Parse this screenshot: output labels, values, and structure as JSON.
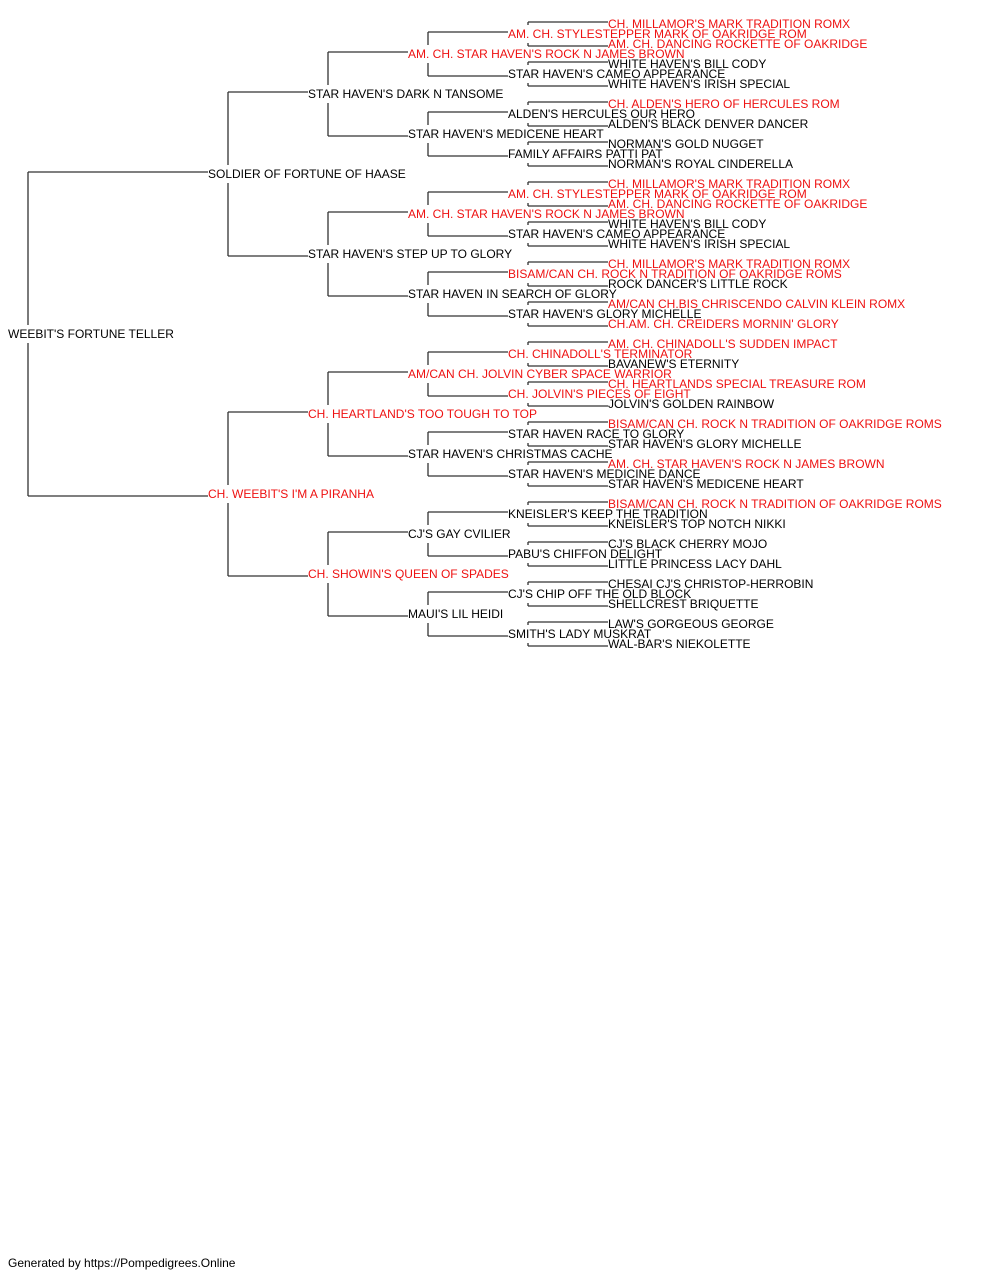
{
  "colors": {
    "champion": "#ee1111",
    "normal": "#000000",
    "line": "#333333"
  },
  "pedigree": {
    "name": "WEEBIT'S FORTUNE TELLER",
    "champion": false,
    "sire": {
      "name": "SOLDIER OF FORTUNE OF HAASE",
      "champion": false,
      "sire": {
        "name": "STAR HAVEN'S DARK N TANSOME",
        "champion": false,
        "sire": {
          "name": "AM. CH. STAR HAVEN'S ROCK N JAMES BROWN",
          "champion": true,
          "sire": {
            "name": "AM. CH. STYLESTEPPER MARK OF OAKRIDGE ROM",
            "champion": true,
            "sire": {
              "name": "CH. MILLAMOR'S MARK TRADITION ROMX",
              "champion": true
            },
            "dam": {
              "name": "AM. CH. DANCING ROCKETTE OF OAKRIDGE",
              "champion": true
            }
          },
          "dam": {
            "name": "STAR HAVEN'S CAMEO APPEARANCE",
            "champion": false,
            "sire": {
              "name": "WHITE HAVEN'S BILL CODY",
              "champion": false
            },
            "dam": {
              "name": "WHITE HAVEN'S IRISH SPECIAL",
              "champion": false
            }
          }
        },
        "dam": {
          "name": "STAR HAVEN'S MEDICENE HEART",
          "champion": false,
          "sire": {
            "name": "ALDEN'S HERCULES OUR HERO",
            "champion": false,
            "sire": {
              "name": "CH. ALDEN'S HERO OF HERCULES ROM",
              "champion": true
            },
            "dam": {
              "name": "ALDEN'S BLACK DENVER DANCER",
              "champion": false
            }
          },
          "dam": {
            "name": "FAMILY AFFAIRS PATTI PAT",
            "champion": false,
            "sire": {
              "name": "NORMAN'S GOLD NUGGET",
              "champion": false
            },
            "dam": {
              "name": "NORMAN'S ROYAL CINDERELLA",
              "champion": false
            }
          }
        }
      },
      "dam": {
        "name": "STAR HAVEN'S STEP UP TO GLORY",
        "champion": false,
        "sire": {
          "name": "AM. CH. STAR HAVEN'S ROCK N JAMES BROWN",
          "champion": true,
          "sire": {
            "name": "AM. CH. STYLESTEPPER MARK OF OAKRIDGE ROM",
            "champion": true,
            "sire": {
              "name": "CH. MILLAMOR'S MARK TRADITION ROMX",
              "champion": true
            },
            "dam": {
              "name": "AM. CH. DANCING ROCKETTE OF OAKRIDGE",
              "champion": true
            }
          },
          "dam": {
            "name": "STAR HAVEN'S CAMEO APPEARANCE",
            "champion": false,
            "sire": {
              "name": "WHITE HAVEN'S BILL CODY",
              "champion": false
            },
            "dam": {
              "name": "WHITE HAVEN'S IRISH SPECIAL",
              "champion": false
            }
          }
        },
        "dam": {
          "name": "STAR HAVEN IN SEARCH OF GLORY",
          "champion": false,
          "sire": {
            "name": "BISAM/CAN CH. ROCK N TRADITION OF OAKRIDGE ROMS",
            "champion": true,
            "sire": {
              "name": "CH. MILLAMOR'S MARK TRADITION ROMX",
              "champion": true
            },
            "dam": {
              "name": "ROCK DANCER'S LITTLE ROCK",
              "champion": false
            }
          },
          "dam": {
            "name": "STAR HAVEN'S GLORY MICHELLE",
            "champion": false,
            "sire": {
              "name": "AM/CAN CH.BIS CHRISCENDO CALVIN KLEIN ROMX",
              "champion": true
            },
            "dam": {
              "name": "CH.AM. CH. CREIDERS MORNIN' GLORY",
              "champion": true
            }
          }
        }
      }
    },
    "dam": {
      "name": "CH. WEEBIT'S I'M A PIRANHA",
      "champion": true,
      "sire": {
        "name": "CH. HEARTLAND'S TOO TOUGH TO TOP",
        "champion": true,
        "sire": {
          "name": "AM/CAN CH. JOLVIN CYBER SPACE WARRIOR",
          "champion": true,
          "sire": {
            "name": "CH. CHINADOLL'S TERMINATOR",
            "champion": true,
            "sire": {
              "name": "AM. CH. CHINADOLL'S SUDDEN IMPACT",
              "champion": true
            },
            "dam": {
              "name": "BAVANEW'S ETERNITY",
              "champion": false
            }
          },
          "dam": {
            "name": "CH. JOLVIN'S PIECES OF EIGHT",
            "champion": true,
            "sire": {
              "name": "CH. HEARTLANDS SPECIAL TREASURE ROM",
              "champion": true
            },
            "dam": {
              "name": "JOLVIN'S GOLDEN RAINBOW",
              "champion": false
            }
          }
        },
        "dam": {
          "name": "STAR HAVEN'S CHRISTMAS CACHE",
          "champion": false,
          "sire": {
            "name": "STAR HAVEN RACE TO GLORY",
            "champion": false,
            "sire": {
              "name": "BISAM/CAN CH. ROCK N TRADITION OF OAKRIDGE ROMS",
              "champion": true
            },
            "dam": {
              "name": "STAR HAVEN'S GLORY MICHELLE",
              "champion": false
            }
          },
          "dam": {
            "name": "STAR HAVEN'S MEDICINE DANCE",
            "champion": false,
            "sire": {
              "name": "AM. CH. STAR HAVEN'S ROCK N JAMES BROWN",
              "champion": true
            },
            "dam": {
              "name": "STAR HAVEN'S MEDICENE HEART",
              "champion": false
            }
          }
        }
      },
      "dam": {
        "name": "CH. SHOWIN'S QUEEN OF SPADES",
        "champion": true,
        "sire": {
          "name": "CJ'S GAY CVILIER",
          "champion": false,
          "sire": {
            "name": "KNEISLER'S KEEP THE TRADITION",
            "champion": false,
            "sire": {
              "name": "BISAM/CAN CH. ROCK N TRADITION OF OAKRIDGE ROMS",
              "champion": true
            },
            "dam": {
              "name": "KNEISLER'S TOP NOTCH NIKKI",
              "champion": false
            }
          },
          "dam": {
            "name": "PABU'S CHIFFON DELIGHT",
            "champion": false,
            "sire": {
              "name": "CJ'S BLACK CHERRY MOJO",
              "champion": false
            },
            "dam": {
              "name": "LITTLE PRINCESS LACY DAHL",
              "champion": false
            }
          }
        },
        "dam": {
          "name": "MAUI'S LIL HEIDI",
          "champion": false,
          "sire": {
            "name": "CJ'S CHIP OFF THE OLD BLOCK",
            "champion": false,
            "sire": {
              "name": "CHESAI CJ'S CHRISTOP-HERROBIN",
              "champion": false
            },
            "dam": {
              "name": "SHELLCREST BRIQUETTE",
              "champion": false
            }
          },
          "dam": {
            "name": "SMITH'S LADY MUSKRAT",
            "champion": false,
            "sire": {
              "name": "LAW'S GORGEOUS GEORGE",
              "champion": false
            },
            "dam": {
              "name": "WAL-BAR'S NIEKOLETTE",
              "champion": false
            }
          }
        }
      }
    }
  },
  "footer": {
    "text": "Generated by https://Pompedigrees.Online"
  }
}
